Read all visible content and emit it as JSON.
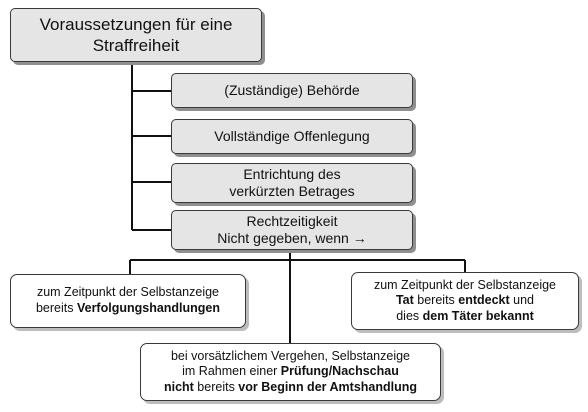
{
  "root": {
    "line1": "Voraussetzungen für eine",
    "line2": "Straffreiheit"
  },
  "conditions": [
    {
      "line1": "(Zuständige) Behörde"
    },
    {
      "line1": "Vollständige Offenlegung"
    },
    {
      "line1": "Entrichtung des",
      "line2": "verkürzten Betrages"
    },
    {
      "line1": "Rechtzeitigkeit",
      "line2": "Nicht gegeben, wenn →"
    }
  ],
  "cases": {
    "left": {
      "line1": "zum Zeitpunkt der Selbstanzeige",
      "line2_plain": "bereits ",
      "line2_bold": "Verfolgungshandlungen"
    },
    "right": {
      "line1": "zum Zeitpunkt der Selbstanzeige",
      "line2_bold1": "Tat",
      "line2_plain": " bereits ",
      "line2_bold2": "entdeckt",
      "line2_plain2": " und",
      "line3_plain": "dies ",
      "line3_bold": "dem Täter bekannt"
    },
    "bottom": {
      "line1": "bei vorsätzlichem Vergehen, Selbstanzeige",
      "line2_plain": "im Rahmen einer ",
      "line2_bold": "Prüfung/Nachschau",
      "line3_bold1": "nicht",
      "line3_plain": " bereits ",
      "line3_bold2": "vor Beginn der Amtshandlung"
    }
  }
}
